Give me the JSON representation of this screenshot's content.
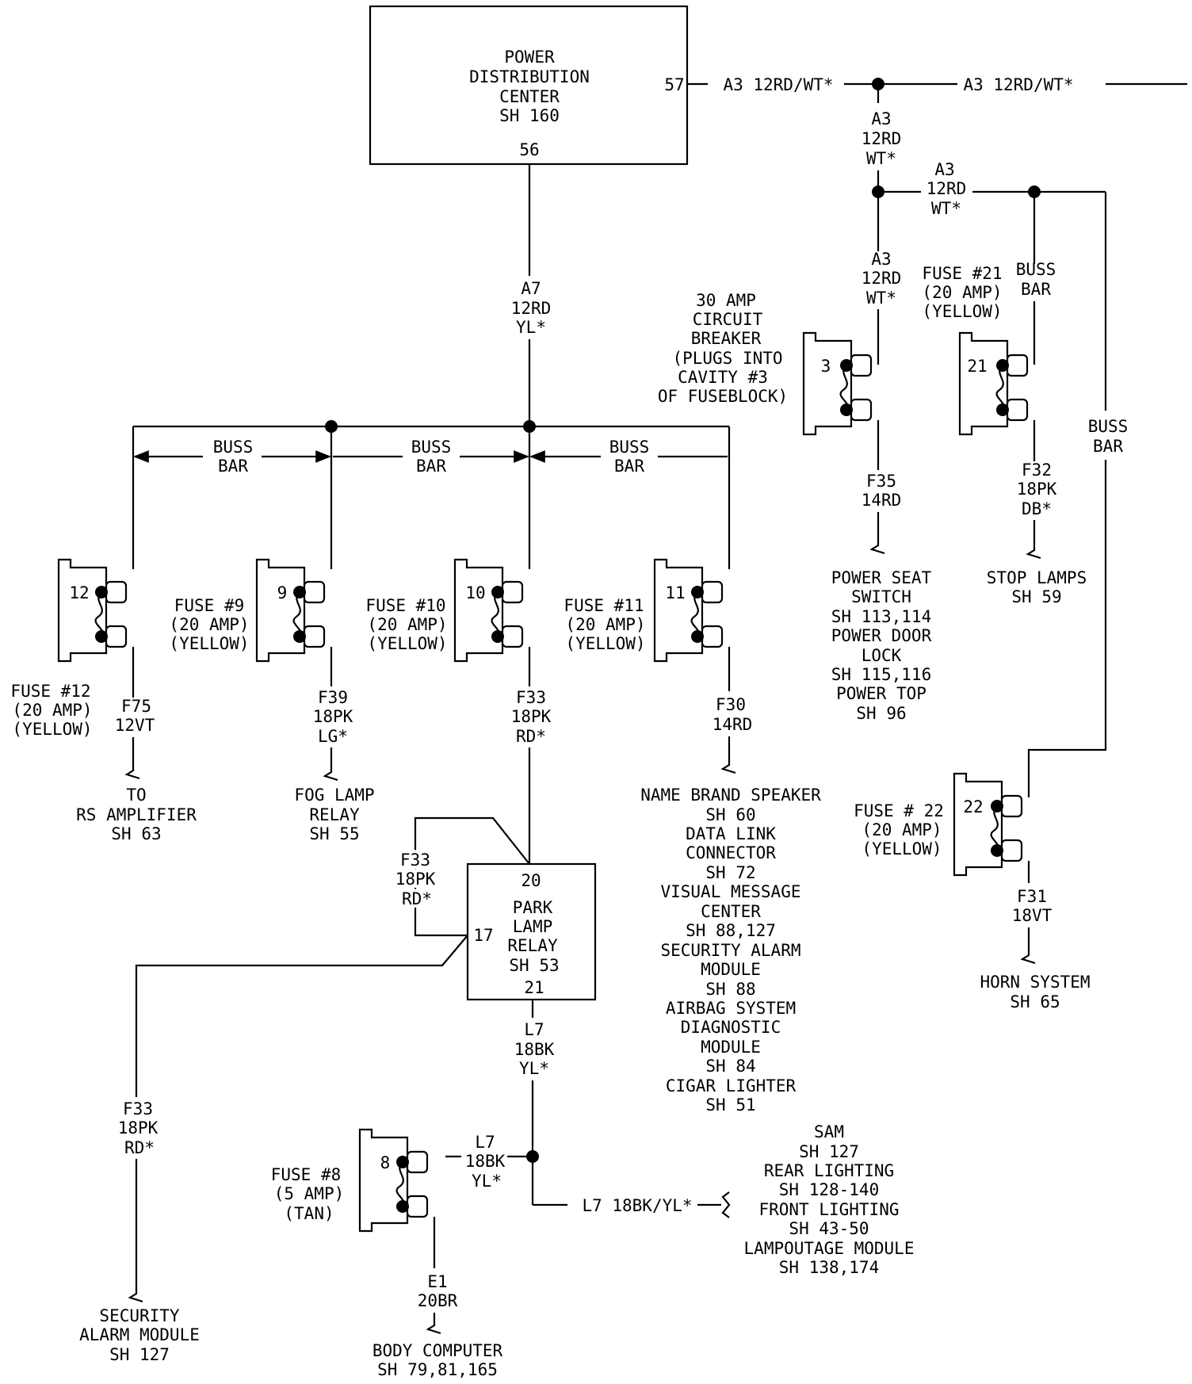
{
  "pdc": {
    "lines": [
      "POWER",
      "DISTRIBUTION",
      "CENTER",
      "SH 160"
    ],
    "pin_out": "57",
    "pin_bottom": "56"
  },
  "feed": {
    "top_left": "A3 12RD/WT*",
    "top_right": "A3 12RD/WT*",
    "v1": [
      "A3",
      "12RD",
      "WT*"
    ],
    "branch": [
      "A3",
      "12RD",
      "WT*"
    ],
    "v2": [
      "A3",
      "12RD",
      "WT*"
    ]
  },
  "a7": [
    "A7",
    "12RD",
    "YL*"
  ],
  "buss_bar": [
    "BUSS",
    "BAR"
  ],
  "cb30": {
    "desc": [
      "30 AMP",
      "CIRCUIT",
      "BREAKER",
      "(PLUGS INTO",
      "CAVITY #3",
      "OF FUSEBLOCK)"
    ],
    "num": "3",
    "wire": [
      "F35",
      "14RD"
    ],
    "loads": [
      "POWER SEAT",
      "SWITCH",
      "SH 113,114",
      "POWER DOOR",
      "LOCK",
      "SH 115,116",
      "POWER TOP",
      "SH 96"
    ]
  },
  "fuse21": {
    "desc": [
      "FUSE #21",
      "(20 AMP)",
      "(YELLOW)"
    ],
    "num": "21",
    "wire": [
      "F32",
      "18PK",
      "DB*"
    ],
    "loads": [
      "STOP LAMPS",
      "SH 59"
    ]
  },
  "fuse12": {
    "desc": [
      "FUSE #12",
      "(20 AMP)",
      "(YELLOW)"
    ],
    "num": "12",
    "wire": [
      "F75",
      "12VT"
    ],
    "loads": [
      "TO",
      "RS AMPLIFIER",
      "SH 63"
    ]
  },
  "fuse9": {
    "desc": [
      "FUSE #9",
      "(20 AMP)",
      "(YELLOW)"
    ],
    "num": "9",
    "wire": [
      "F39",
      "18PK",
      "LG*"
    ],
    "loads": [
      "FOG LAMP",
      "RELAY",
      "SH 55"
    ]
  },
  "fuse10": {
    "desc": [
      "FUSE #10",
      "(20 AMP)",
      "(YELLOW)"
    ],
    "num": "10",
    "wire": [
      "F33",
      "18PK",
      "RD*"
    ]
  },
  "fuse11": {
    "desc": [
      "FUSE #11",
      "(20 AMP)",
      "(YELLOW)"
    ],
    "num": "11",
    "wire": [
      "F30",
      "14RD"
    ],
    "loads": [
      "NAME BRAND SPEAKER",
      "SH 60",
      "DATA LINK",
      "CONNECTOR",
      "SH 72",
      "VISUAL MESSAGE",
      "CENTER",
      "SH 88,127",
      "SECURITY ALARM",
      "MODULE",
      "SH 88",
      "AIRBAG SYSTEM",
      "DIAGNOSTIC",
      "MODULE",
      "SH 84",
      "CIGAR LIGHTER",
      "SH 51"
    ]
  },
  "fuse22": {
    "desc": [
      "FUSE # 22",
      "(20 AMP)",
      "(YELLOW)"
    ],
    "num": "22",
    "wire": [
      "F31",
      "18VT"
    ],
    "loads": [
      "HORN SYSTEM",
      "SH 65"
    ]
  },
  "relay": {
    "pin_top": "20",
    "lines": [
      "PARK",
      "LAMP",
      "RELAY",
      "SH 53"
    ],
    "pin_left": "17",
    "pin_bottom": "21",
    "wire_in": [
      "F33",
      "18PK",
      "RD*"
    ],
    "wire_out": [
      "L7",
      "18BK",
      "YL*"
    ]
  },
  "security": {
    "wire": [
      "F33",
      "18PK",
      "RD*"
    ],
    "loads": [
      "SECURITY",
      "ALARM MODULE",
      "SH 127"
    ]
  },
  "fuse8": {
    "desc": [
      "FUSE #8",
      "(5 AMP)",
      "(TAN)"
    ],
    "num": "8",
    "wire_in": [
      "L7",
      "18BK",
      "YL*"
    ],
    "wire_out": [
      "E1",
      "20BR"
    ],
    "loads": [
      "BODY COMPUTER",
      "SH 79,81,165"
    ]
  },
  "l7_out": {
    "wire": "L7 18BK/YL*",
    "loads": [
      "SAM",
      "SH 127",
      "REAR LIGHTING",
      "SH 128-140",
      "FRONT LIGHTING",
      "SH 43-50",
      "LAMPOUTAGE MODULE",
      "SH 138,174"
    ]
  }
}
